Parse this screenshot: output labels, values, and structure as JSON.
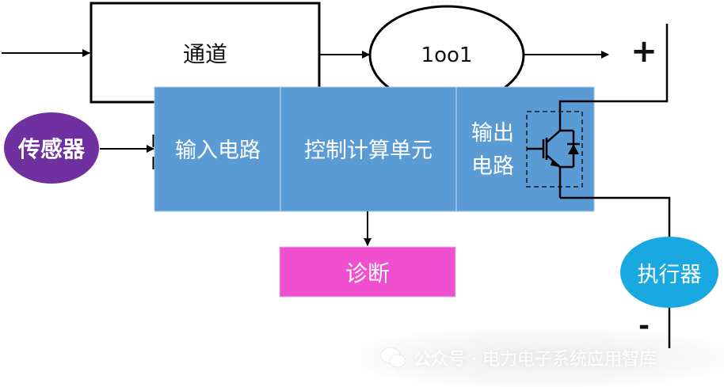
{
  "diagram": {
    "channel_box": {
      "label": "通道"
    },
    "voter": {
      "label": "1oo1"
    },
    "plus_terminal": {
      "label": "+"
    },
    "minus_terminal": {
      "label": "-"
    },
    "sensor": {
      "label": "传感器",
      "color": "#7030a0"
    },
    "safety_block": {
      "color": "#5b9bd5",
      "sections": [
        {
          "label": "输入电路"
        },
        {
          "label": "控制计算单元"
        },
        {
          "label_line1": "输出",
          "label_line2": "电路"
        }
      ]
    },
    "diagnosis": {
      "label": "诊断",
      "color": "#f050d0"
    },
    "actuator": {
      "label": "执行器",
      "color": "#1aa8e0"
    },
    "output_device": {
      "icon": "igbt-with-diode-icon"
    }
  },
  "watermark": {
    "icon": "wechat-icon",
    "text": "公众号 · 电力电子系统应用智库"
  }
}
